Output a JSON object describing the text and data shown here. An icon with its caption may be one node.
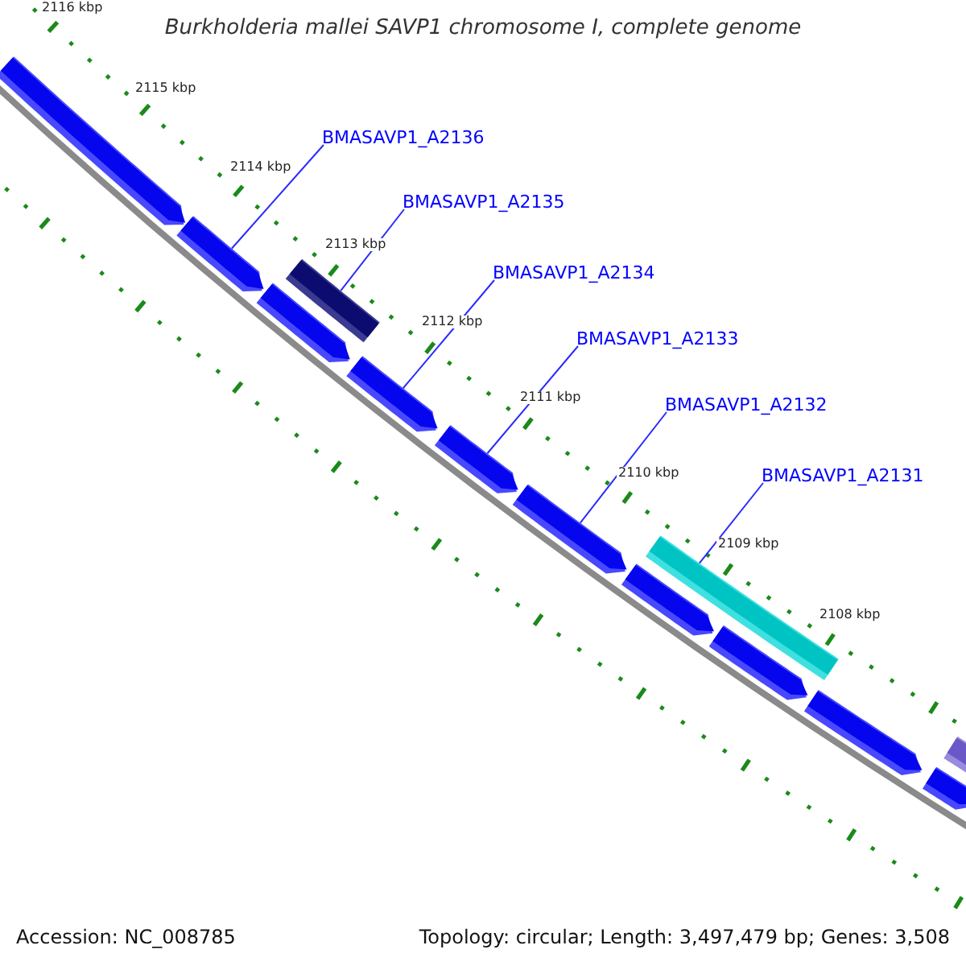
{
  "diagram": {
    "title": "Burkholderia mallei SAVP1 chromosome I, complete genome",
    "nodes": [
      {
        "text": [
          "BMASAVP1_A2136"
        ]
      },
      {
        "text": [
          "BMASAVP1_A2135"
        ]
      },
      {
        "text": [
          "BMASAVP1_A2134"
        ]
      },
      {
        "text": [
          "BMASAVP1_A2133"
        ]
      },
      {
        "text": [
          "BMASAVP1_A2132"
        ]
      },
      {
        "text": [
          "BMASAVP1_A2131"
        ]
      },
      {
        "text": [],
        "shape": "arrow"
      },
      {
        "text": [],
        "shape": "arrow"
      },
      {
        "text": [],
        "shape": "arrow"
      },
      {
        "text": [],
        "shape": "bar"
      },
      {
        "text": [],
        "shape": "arrow"
      },
      {
        "text": [],
        "shape": "arrow"
      },
      {
        "text": [],
        "shape": "arrow"
      },
      {
        "text": [],
        "shape": "arrow"
      },
      {
        "text": [],
        "shape": "bar"
      },
      {
        "text": [],
        "shape": "arrow"
      },
      {
        "text": [],
        "shape": "arrow"
      },
      {
        "text": [],
        "shape": "arrow"
      },
      {
        "text": [],
        "shape": "bar"
      }
    ],
    "edges": [
      {
        "from": 0,
        "to": 7,
        "arrow": "none"
      },
      {
        "from": 1,
        "to": 9,
        "arrow": "none"
      },
      {
        "from": 2,
        "to": 10,
        "arrow": "none"
      },
      {
        "from": 3,
        "to": 11,
        "arrow": "none"
      },
      {
        "from": 4,
        "to": 12,
        "arrow": "none"
      },
      {
        "from": 5,
        "to": 14,
        "arrow": "none"
      }
    ],
    "labels": [
      "2116 kbp",
      "2115 kbp",
      "2114 kbp",
      "2113 kbp",
      "2112 kbp",
      "2111 kbp",
      "2110 kbp",
      "2109 kbp",
      "2108 kbp",
      "Accession: NC_008785",
      "Topology: circular; Length: 3,497,479 bp; Genes: 3,508"
    ]
  }
}
